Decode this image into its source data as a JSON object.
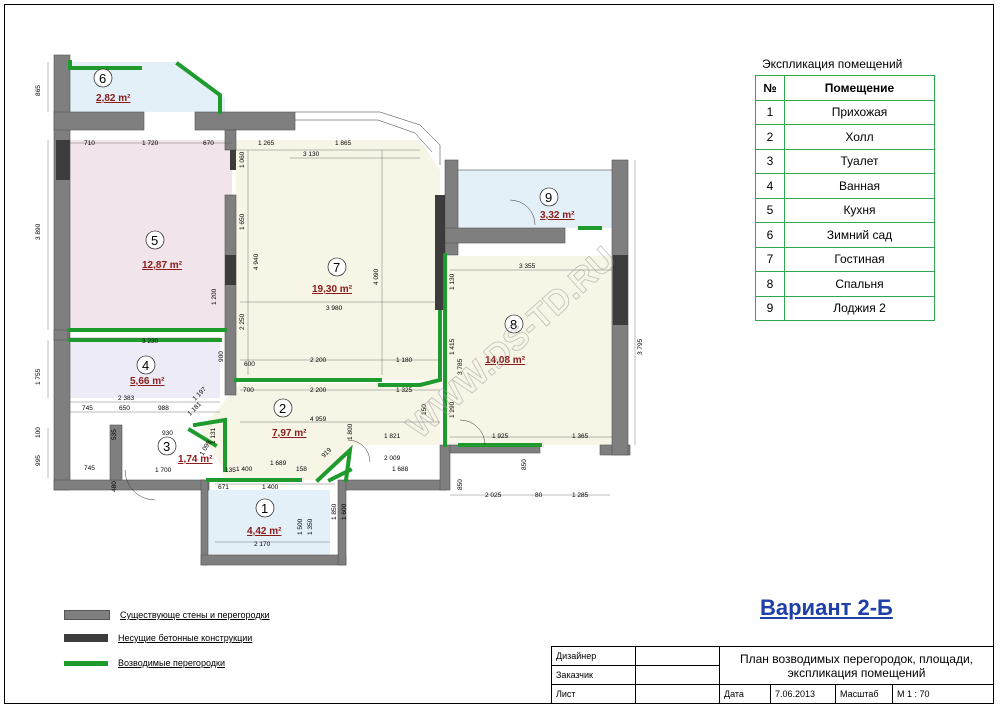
{
  "explication": {
    "title": "Экспликация помещений",
    "col_num": "№",
    "col_room": "Помещение",
    "rows": [
      {
        "num": "1",
        "name": "Прихожая"
      },
      {
        "num": "2",
        "name": "Холл"
      },
      {
        "num": "3",
        "name": "Туалет"
      },
      {
        "num": "4",
        "name": "Ванная"
      },
      {
        "num": "5",
        "name": "Кухня"
      },
      {
        "num": "6",
        "name": "Зимний сад"
      },
      {
        "num": "7",
        "name": "Гостиная"
      },
      {
        "num": "8",
        "name": "Спальня"
      },
      {
        "num": "9",
        "name": "Лоджия 2"
      }
    ]
  },
  "rooms": [
    {
      "num": "1",
      "area": "4,42 m²"
    },
    {
      "num": "2",
      "area": "7,97 m²"
    },
    {
      "num": "3",
      "area": "1,74 m²"
    },
    {
      "num": "4",
      "area": "5,66 m²"
    },
    {
      "num": "5",
      "area": "12,87 m²"
    },
    {
      "num": "6",
      "area": "2,82 m²"
    },
    {
      "num": "7",
      "area": "19,30 m²"
    },
    {
      "num": "8",
      "area": "14,08 m²"
    },
    {
      "num": "9",
      "area": "3,32 m²"
    }
  ],
  "dimensions": {
    "d_865": "865",
    "d_710": "710",
    "d_1720": "1 720",
    "d_670": "670",
    "d_1265": "1 265",
    "d_1865": "1 865",
    "d_3130": "3 130",
    "d_3890": "3 890",
    "d_1060": "1 060",
    "d_1650": "1 650",
    "d_4940": "4 940",
    "d_4090": "4 090",
    "d_1200": "1 200",
    "d_3980": "3 980",
    "d_3230": "3 230",
    "d_2250": "2 250",
    "d_600": "600",
    "d_2200": "2 200",
    "d_1180": "1 180",
    "d_1755": "1 755",
    "d_2383": "2 383",
    "d_745": "745",
    "d_650": "650",
    "d_988": "988",
    "d_3355": "3 355",
    "d_1130": "1 130",
    "d_3785": "3 785",
    "d_3795": "3 795",
    "d_1415": "1 415",
    "d_4959": "4 959",
    "d_1325": "1 325",
    "d_1821": "1 821",
    "d_1925": "1 925",
    "d_1365": "1 365",
    "d_930": "930",
    "d_1700": "1 700",
    "d_1400": "1 400",
    "d_158": "158",
    "d_1689": "1 689",
    "d_2009": "2 009",
    "d_1688": "1 688",
    "d_671": "671",
    "d_2170": "2 170",
    "d_1500": "1 500",
    "d_1350": "1 350",
    "d_1850": "1 850",
    "d_1600": "1 600",
    "d_2025": "2 025",
    "d_80": "80",
    "d_1285": "1 285",
    "d_995": "995",
    "d_100": "100",
    "d_850": "850",
    "d_850b": "850",
    "d_900": "900",
    "d_1181": "1 181",
    "d_1131": "1 131",
    "d_1099": "1 099",
    "d_1197": "1 197",
    "d_919": "919",
    "d_1800": "1 800",
    "d_150": "150",
    "d_1290": "1 290",
    "d_700": "700",
    "d_480": "480",
    "d_535": "535",
    "d_135": "135"
  },
  "watermark": "WWW.DS-TD.RU",
  "variant": "Вариант 2-Б",
  "legend": [
    {
      "label": "Существующе стены и перегородки",
      "color": "#7f7f7f"
    },
    {
      "label": "Несущие бетонные конструкции",
      "color": "#3c3c3c"
    },
    {
      "label": "Возводимые перегородки",
      "color": "#1f9a2c"
    }
  ],
  "stamp": {
    "designer_label": "Дизайнер",
    "customer_label": "Заказчик",
    "sheet_label": "Лист",
    "title": "План возводимых перегородок, площади, экспликация помещений",
    "date_label": "Дата",
    "date": "7.06.2013",
    "scale_label": "Масштаб",
    "scale": "М 1 : 70"
  },
  "colors": {
    "existing_wall": "#7f7f7f",
    "concrete": "#3c3c3c",
    "new_partition": "#1f9a2c",
    "kitchen_fill": "#f1e4ea",
    "bath_fill": "#ecebf6",
    "living_fill": "#f7f5e6",
    "balcony_fill": "#e3f0f8",
    "area_text": "#8b1a1a",
    "variant_text": "#1e3fa8"
  }
}
